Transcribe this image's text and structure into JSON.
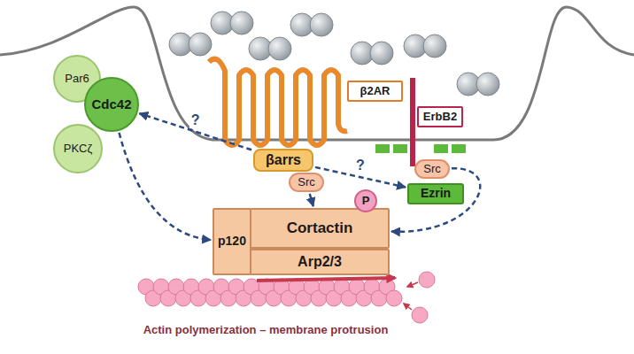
{
  "diagram": {
    "nodes": [
      {
        "text": [
          "β2AR"
        ]
      },
      {
        "text": [
          "ErbB2"
        ]
      },
      {
        "text": [
          "Par6"
        ]
      },
      {
        "text": [
          "Cdc42"
        ]
      },
      {
        "text": [
          "PKCζ"
        ]
      },
      {
        "text": [
          "βarrs"
        ]
      },
      {
        "text": [
          "Src"
        ]
      },
      {
        "text": [
          "Ezrin"
        ]
      },
      {
        "text": [
          "Src"
        ]
      },
      {
        "text": [
          "p120"
        ]
      },
      {
        "text": [
          "Cortactin"
        ]
      },
      {
        "text": [
          "P"
        ],
        "in": 10
      },
      {
        "text": [
          "Arp2/3"
        ]
      }
    ],
    "edges": [
      {
        "from": 5,
        "to": 3,
        "arrow": "to",
        "label": "?"
      },
      {
        "from": 5,
        "to": 7,
        "arrow": "to",
        "label": "?"
      },
      {
        "from": 6,
        "to": 10,
        "arrow": "to"
      },
      {
        "from": 3,
        "to": 9,
        "arrow": "to"
      },
      {
        "from": 8,
        "to": 10,
        "arrow": "to"
      }
    ],
    "labels": [
      "Actin polymerization – membrane protrusion"
    ]
  }
}
